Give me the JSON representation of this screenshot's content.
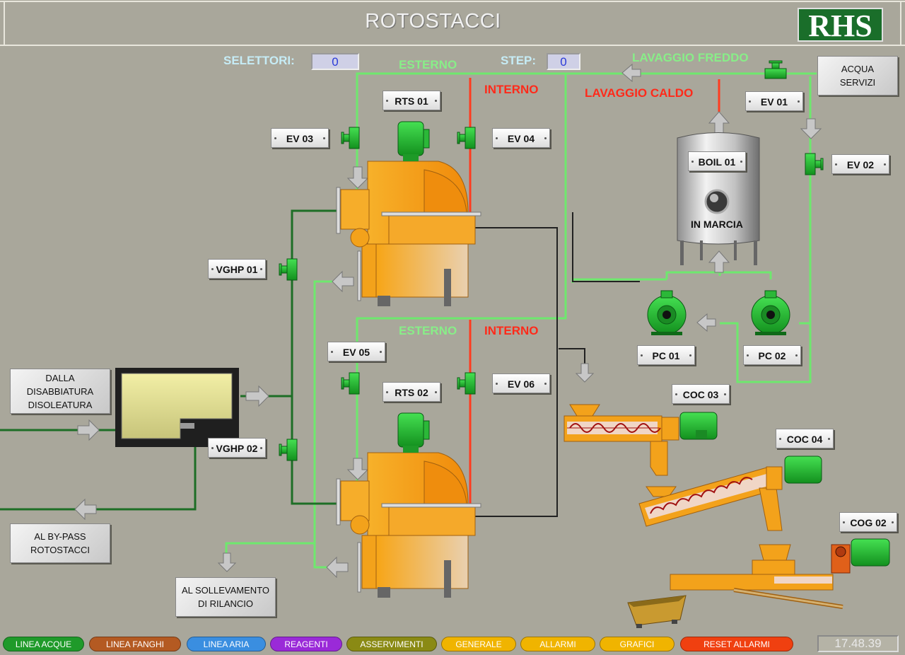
{
  "header": {
    "title": "ROTOSTACCI",
    "logo_text": "RHS"
  },
  "counters": {
    "selettori_label": "SELETTORI:",
    "selettori_value": "0",
    "step_label": "STEP:",
    "step_value": "0"
  },
  "lines": {
    "esterno_1": "ESTERNO",
    "interno_1": "INTERNO",
    "esterno_2": "ESTERNO",
    "interno_2": "INTERNO",
    "lavaggio_freddo": "LAVAGGIO FREDDO",
    "lavaggio_caldo": "LAVAGGIO CALDO"
  },
  "tags": {
    "rts01": "RTS 01",
    "rts02": "RTS 02",
    "ev01": "EV 01",
    "ev02": "EV 02",
    "ev03": "EV 03",
    "ev04": "EV 04",
    "ev05": "EV 05",
    "ev06": "EV 06",
    "vghp01": "VGHP 01",
    "vghp02": "VGHP 02",
    "boil01": "BOIL 01",
    "pc01": "PC 01",
    "pc02": "PC 02",
    "coc03": "COC 03",
    "coc04": "COC 04",
    "cog02": "COG 02"
  },
  "boiler": {
    "status": "IN MARCIA"
  },
  "panels": {
    "acqua_servizi": "ACQUA\nSERVIZI",
    "dalla_disabbiatura": "DALLA\nDISABBIATURA\nDISOLEATURA",
    "al_bypass": "AL BY-PASS\nROTOSTACCI",
    "al_sollevamento": "AL SOLLEVAMENTO\nDI RILANCIO"
  },
  "nav": [
    {
      "label": "LINEA ACQUE",
      "color": "#1f9a2a"
    },
    {
      "label": "LINEA FANGHI",
      "color": "#b45a22"
    },
    {
      "label": "LINEA ARIA",
      "color": "#3a8ee0"
    },
    {
      "label": "REAGENTI",
      "color": "#9a2ad8"
    },
    {
      "label": "ASSERVIMENTI",
      "color": "#8a8a14"
    },
    {
      "label": "GENERALE",
      "color": "#f0b400"
    },
    {
      "label": "ALLARMI",
      "color": "#f0b400"
    },
    {
      "label": "GRAFICI",
      "color": "#f0b400"
    },
    {
      "label": "RESET ALLARMI",
      "color": "#f04010"
    }
  ],
  "clock": "17.48.39",
  "colors": {
    "background": "#a9a79b",
    "water_line": "#6ee86e",
    "hot_line": "#ff3b1f",
    "sludge_line": "#1d6e26",
    "machine": "#f3a21b",
    "motor": "#2ec83c"
  }
}
